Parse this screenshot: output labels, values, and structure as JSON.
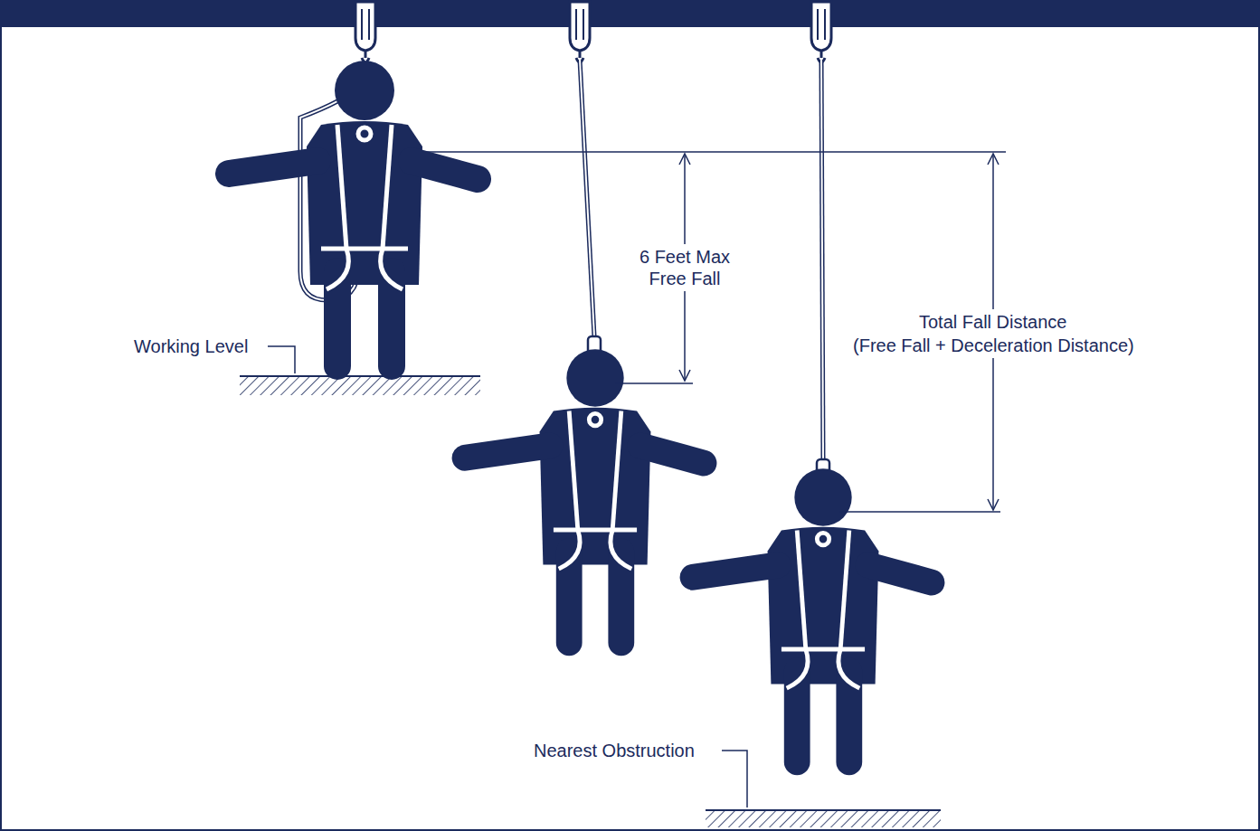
{
  "diagram": {
    "labels": [
      "Working Level",
      "6 Feet Max Free Fall",
      "Total Fall Distance",
      "(Free Fall + Deceleration Distance)",
      "Nearest Obstruction"
    ]
  }
}
